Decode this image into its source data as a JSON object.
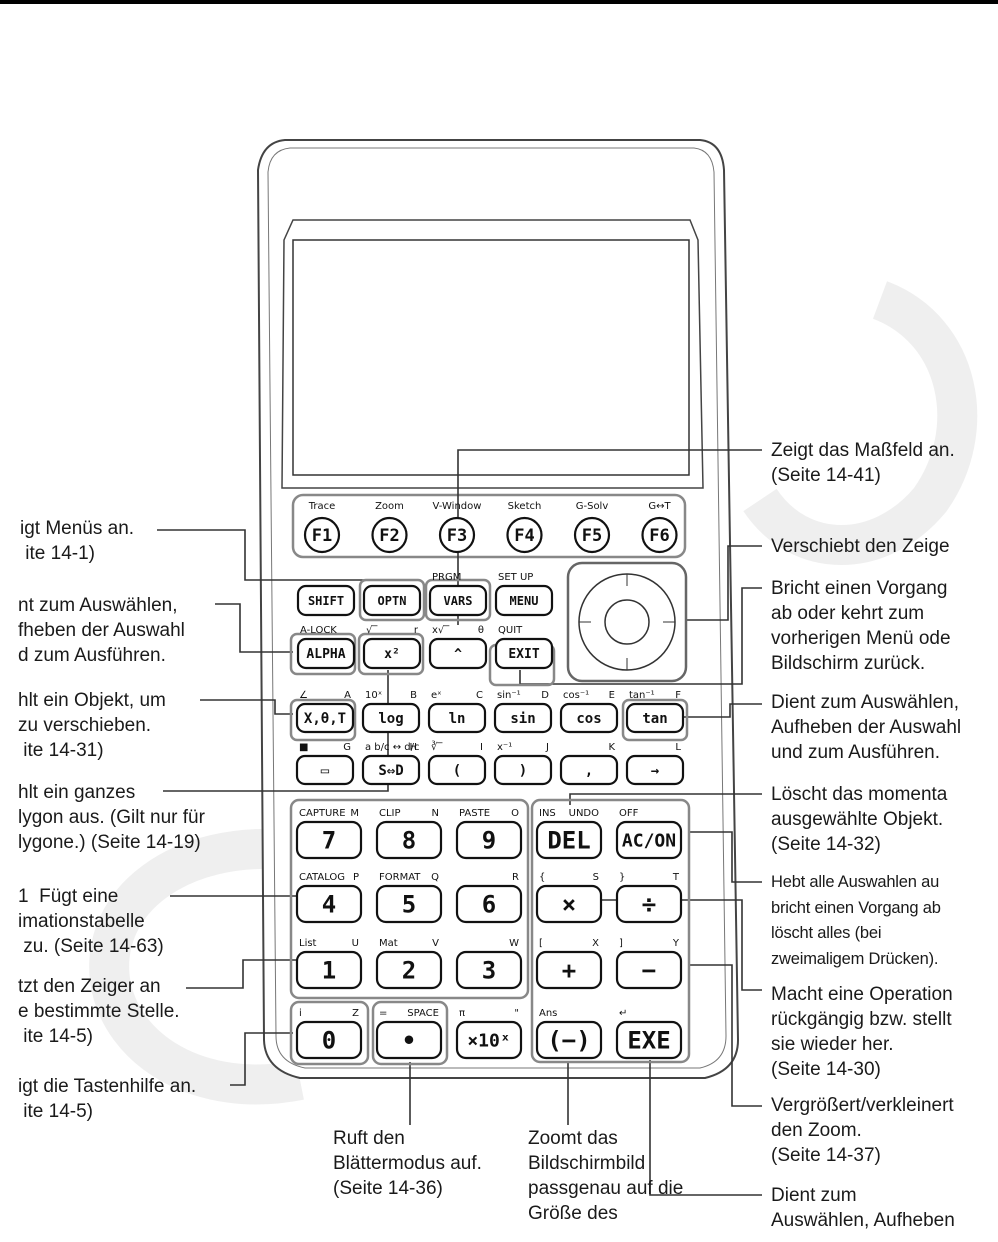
{
  "watermark": "CASIO",
  "calculator": {
    "fkeys": [
      {
        "label": "F1",
        "above": "Trace"
      },
      {
        "label": "F2",
        "above": "Zoom"
      },
      {
        "label": "F3",
        "above": "V-Window"
      },
      {
        "label": "F4",
        "above": "Sketch"
      },
      {
        "label": "F5",
        "above": "G-Solv"
      },
      {
        "label": "F6",
        "above": "G↔T"
      }
    ],
    "row1": [
      {
        "label": "SHIFT",
        "above": "",
        "above_right": ""
      },
      {
        "label": "OPTN",
        "above": "",
        "above_right": ""
      },
      {
        "label": "VARS",
        "above": "PRGM",
        "above_right": ""
      },
      {
        "label": "MENU",
        "above": "SET UP",
        "above_right": ""
      }
    ],
    "row2": [
      {
        "label": "ALPHA",
        "above": "A-LOCK",
        "above_right": ""
      },
      {
        "label": "x²",
        "above": "√‾",
        "above_right": "r"
      },
      {
        "label": "^",
        "above": "x√‾",
        "above_right": "θ"
      },
      {
        "label": "EXIT",
        "above": "QUIT",
        "above_right": ""
      }
    ],
    "row3": [
      {
        "label": "X,θ,T",
        "above": "∠",
        "above_right": "A"
      },
      {
        "label": "log",
        "above": "10ˣ",
        "above_right": "B"
      },
      {
        "label": "ln",
        "above": "eˣ",
        "above_right": "C"
      },
      {
        "label": "sin",
        "above": "sin⁻¹",
        "above_right": "D"
      },
      {
        "label": "cos",
        "above": "cos⁻¹",
        "above_right": "E"
      },
      {
        "label": "tan",
        "above": "tan⁻¹",
        "above_right": "F"
      }
    ],
    "row4": [
      {
        "label": "▭",
        "above": "■",
        "above_right": "G"
      },
      {
        "label": "S⇔D",
        "above": "a b/c ↔ d/c",
        "above_right": "H"
      },
      {
        "label": "(",
        "above": "∛‾",
        "above_right": "I"
      },
      {
        "label": ")",
        "above": "x⁻¹",
        "above_right": "J"
      },
      {
        "label": ",",
        "above": "",
        "above_right": "K"
      },
      {
        "label": "→",
        "above": "",
        "above_right": "L"
      }
    ],
    "num_rows": [
      [
        {
          "label": "7",
          "above": "CAPTURE",
          "above_right": "M"
        },
        {
          "label": "8",
          "above": "CLIP",
          "above_right": "N"
        },
        {
          "label": "9",
          "above": "PASTE",
          "above_right": "O"
        },
        {
          "label": "DEL",
          "above": "INS",
          "above_right": "UNDO"
        },
        {
          "label": "AC/ON",
          "above": "OFF",
          "above_right": ""
        }
      ],
      [
        {
          "label": "4",
          "above": "CATALOG",
          "above_right": "P"
        },
        {
          "label": "5",
          "above": "FORMAT",
          "above_right": "Q"
        },
        {
          "label": "6",
          "above": "",
          "above_right": "R"
        },
        {
          "label": "×",
          "above": "{",
          "above_right": "S"
        },
        {
          "label": "÷",
          "above": "}",
          "above_right": "T"
        }
      ],
      [
        {
          "label": "1",
          "above": "List",
          "above_right": "U"
        },
        {
          "label": "2",
          "above": "Mat",
          "above_right": "V"
        },
        {
          "label": "3",
          "above": "",
          "above_right": "W"
        },
        {
          "label": "+",
          "above": "[",
          "above_right": "X"
        },
        {
          "label": "−",
          "above": "]",
          "above_right": "Y"
        }
      ],
      [
        {
          "label": "0",
          "above": "i",
          "above_right": "Z"
        },
        {
          "label": "•",
          "above": "=",
          "above_right": "SPACE"
        },
        {
          "label": "×10ˣ",
          "above": "π",
          "above_right": "\""
        },
        {
          "label": "(−)",
          "above": "Ans",
          "above_right": ""
        },
        {
          "label": "EXE",
          "above": "↵",
          "above_right": ""
        }
      ]
    ]
  },
  "annotations": {
    "left": [
      "igt Menüs an.\n ite 14-1)",
      "nt zum Auswählen,\nfheben der Auswahl\nd zum Ausführen.",
      "hlt ein Objekt, um\nzu verschieben.\n ite 14-31)",
      "hlt ein ganzes\nlygon aus. (Gilt nur für\nlygone.) (Seite 14-19)",
      "1  Fügt eine\nimationstabelle\n zu. (Seite 14-63)",
      "tzt den Zeiger an\ne bestimmte Stelle.\n ite 14-5)",
      "igt die Tastenhilfe an.\n ite 14-5)"
    ],
    "right": [
      "Zeigt das Maßfeld an.\n(Seite 14-41)",
      "Verschiebt den Zeige",
      "Bricht einen Vorgang\nab oder kehrt zum\nvorherigen Menü ode\nBildschirm zurück.",
      "Dient zum Auswählen,\nAufheben der Auswahl\nund zum Ausführen.",
      "Löscht das momenta\nausgewählte Objekt.\n(Seite 14-32)",
      "Hebt alle Auswahlen au\nbricht einen Vorgang ab\nlöscht alles (bei\nzweimaligem Drücken).",
      "Macht eine Operation\nrückgängig bzw. stellt\nsie wieder her.\n(Seite 14-30)",
      "Vergrößert/verkleinert\nden Zoom.\n(Seite 14-37)",
      "Dient zum\nAuswählen, Aufheben"
    ],
    "bottom": [
      "Ruft den\nBlättermodus auf.\n(Seite 14-36)",
      "Zoomt das\nBildschirmbild\npassgenau auf die\nGröße des"
    ]
  }
}
